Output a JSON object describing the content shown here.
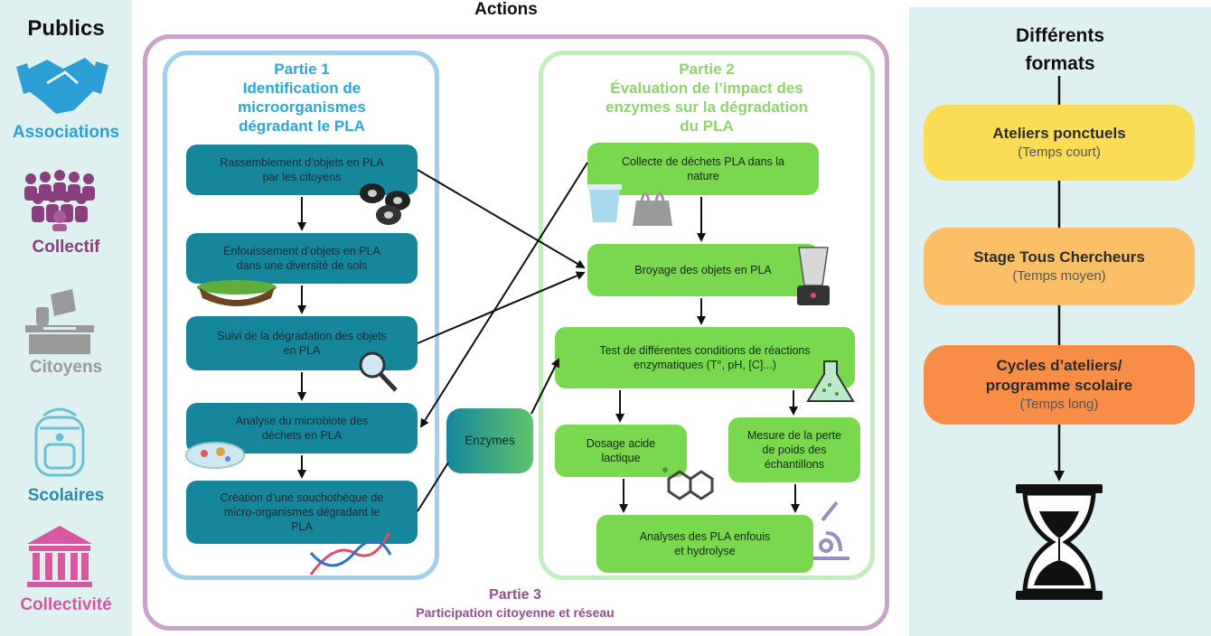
{
  "publics": {
    "title": "Publics",
    "items": [
      {
        "label": "Associations",
        "color": "#2e9fd6",
        "icon": "handshake-icon"
      },
      {
        "label": "Collectif",
        "color": "#8a3f7e",
        "icon": "group-people-icon"
      },
      {
        "label": "Citoyens",
        "color": "#9a9a9a",
        "icon": "ballot-box-icon"
      },
      {
        "label": "Scolaires",
        "color": "#2b8aaa",
        "icon": "backpack-icon"
      },
      {
        "label": "Collectivité",
        "color": "#d957a0",
        "icon": "town-hall-icon"
      }
    ]
  },
  "actions": {
    "title": "Actions"
  },
  "partie1": {
    "title": "Partie 1",
    "subtitle_l1": "Identification de",
    "subtitle_l2": "microorganismes",
    "subtitle_l3": "dégradant le PLA",
    "color": "#2aa7d6",
    "boxes": [
      {
        "l1": "Rassemblement d’objets en PLA",
        "l2": "par les citoyens",
        "l3": ""
      },
      {
        "l1": "Enfouissement d’objets en PLA",
        "l2": "dans une diversité de sols",
        "l3": ""
      },
      {
        "l1": "Suivi de la dégradation des objets",
        "l2": "en PLA",
        "l3": ""
      },
      {
        "l1": "Analyse du microbiote des",
        "l2": "déchets en PLA",
        "l3": ""
      },
      {
        "l1": "Création d’une souchothèque de",
        "l2": "micro-organismes dégradant le",
        "l3": "PLA"
      }
    ]
  },
  "enzymes": {
    "label": "Enzymes"
  },
  "partie2": {
    "title": "Partie 2",
    "subtitle_l1": "Évaluation de l’impact des",
    "subtitle_l2": "enzymes sur la dégradation",
    "subtitle_l3": "du PLA",
    "color": "#8fd36a",
    "boxes": {
      "collecte": {
        "l1": "Collecte de déchets PLA dans la",
        "l2": "nature"
      },
      "broyage": {
        "l1": "Broyage des objets en PLA"
      },
      "test": {
        "l1": "Test de différentes conditions de réactions",
        "l2": "enzymatiques (T°, pH, [C]...)"
      },
      "dosage": {
        "l1": "Dosage acide",
        "l2": "lactique"
      },
      "mesure": {
        "l1": "Mesure de la perte",
        "l2": "de poids des",
        "l3": "échantillons"
      },
      "analyses": {
        "l1": "Analyses des PLA enfouis",
        "l2": "et hydrolyse"
      }
    }
  },
  "partie3": {
    "title": "Partie 3",
    "subtitle": "Participation citoyenne et réseau",
    "color": "#9b4a8e"
  },
  "formats": {
    "title_l1": "Différents",
    "title_l2": "formats",
    "items": [
      {
        "title_l1": "Ateliers ponctuels",
        "title_l2": "",
        "sub": "(Temps court)",
        "color": "#fbdc55"
      },
      {
        "title_l1": "Stage Tous Chercheurs",
        "title_l2": "",
        "sub": "(Temps moyen)",
        "color": "#fbc067"
      },
      {
        "title_l1": "Cycles d’ateliers/",
        "title_l2": "programme scolaire",
        "sub": "(Temps long)",
        "color": "#f78d47"
      }
    ],
    "icon": "hourglass-icon"
  }
}
